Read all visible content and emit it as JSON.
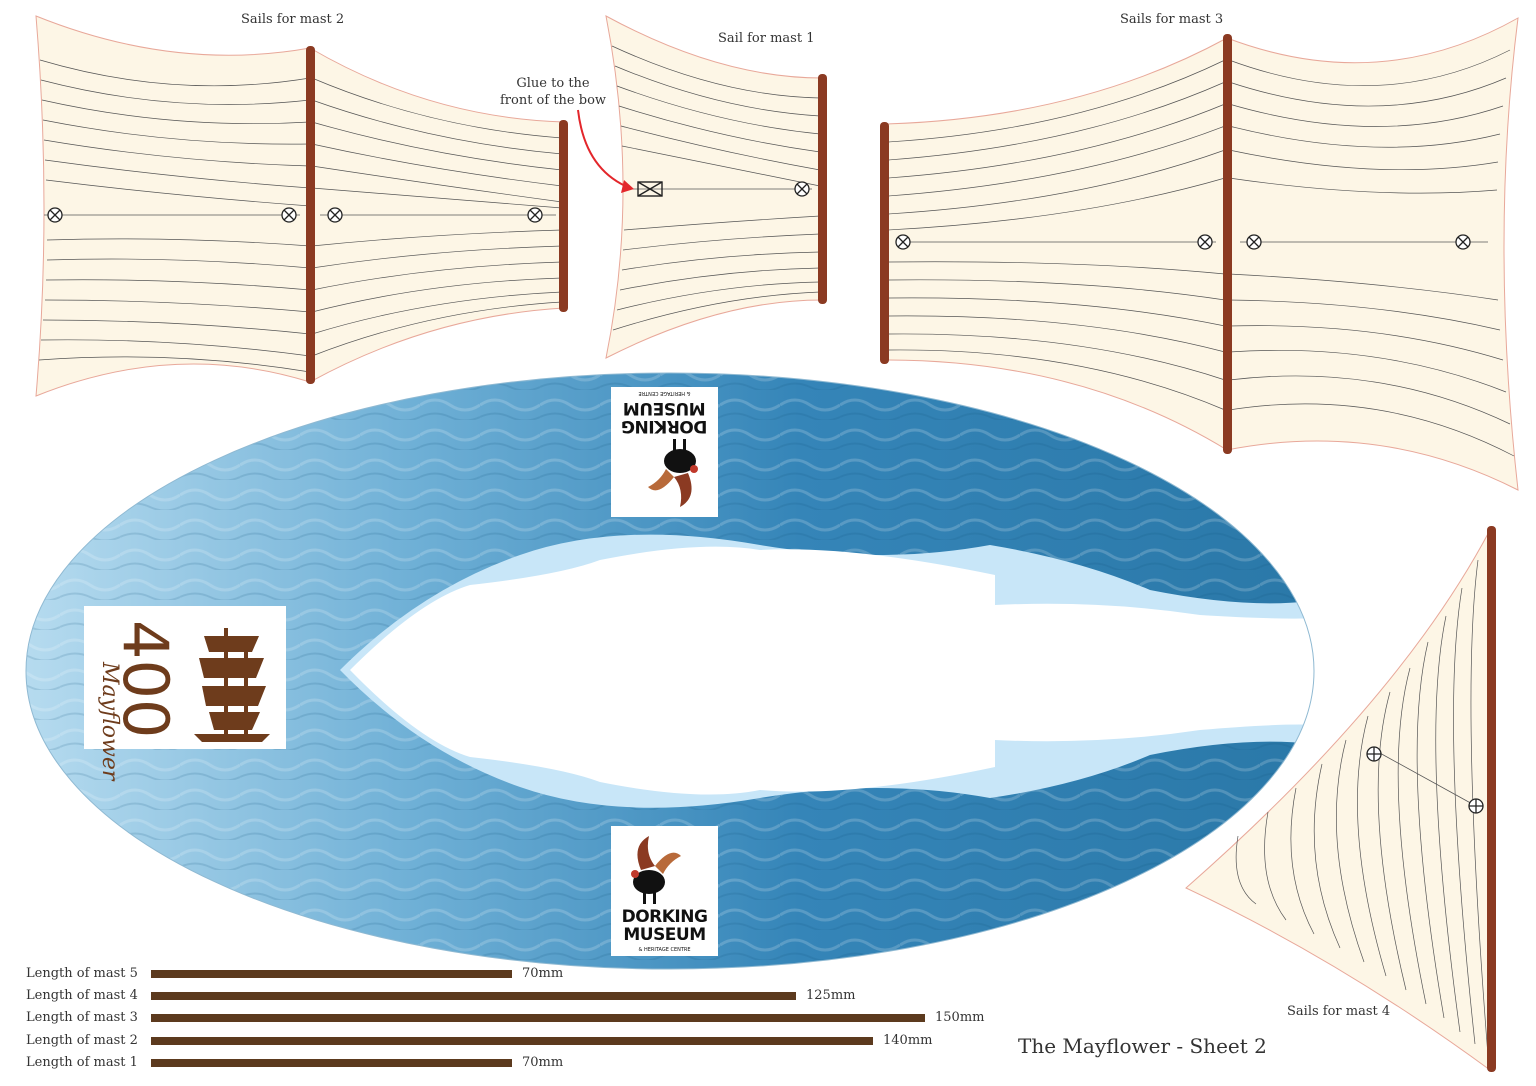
{
  "labels": {
    "sails_mast_2": "Sails for mast 2",
    "sail_mast_1": "Sail for mast 1",
    "sails_mast_3": "Sails for mast 3",
    "sails_mast_4": "Sails for mast 4",
    "glue_line1": "Glue to the",
    "glue_line2": "front of the bow",
    "sheet_title": "The Mayflower - Sheet 2"
  },
  "logos": {
    "mayflower_word": "Mayflower",
    "mayflower_number": "400",
    "dorking_line1": "DORKING",
    "dorking_line2": "MUSEUM",
    "dorking_sub": "& HERITAGE CENTRE"
  },
  "colors": {
    "sail_fill": "#fdf6e6",
    "sail_edge": "#e8a89a",
    "mast": "#8b3a22",
    "mast_bar": "#5c3a1e",
    "sea_dark": "#2f7fae",
    "sea_light": "#a9d2e8",
    "foam": "#c8e6f8",
    "arrow": "#e3262b"
  },
  "masts": [
    {
      "name": "Length of mast 5",
      "length_mm": 70,
      "length_label": "70mm"
    },
    {
      "name": "Length of mast 4",
      "length_mm": 125,
      "length_label": "125mm"
    },
    {
      "name": "Length of mast 3",
      "length_mm": 150,
      "length_label": "150mm"
    },
    {
      "name": "Length of mast 2",
      "length_mm": 140,
      "length_label": "140mm"
    },
    {
      "name": "Length of mast 1",
      "length_mm": 70,
      "length_label": "70mm"
    }
  ]
}
